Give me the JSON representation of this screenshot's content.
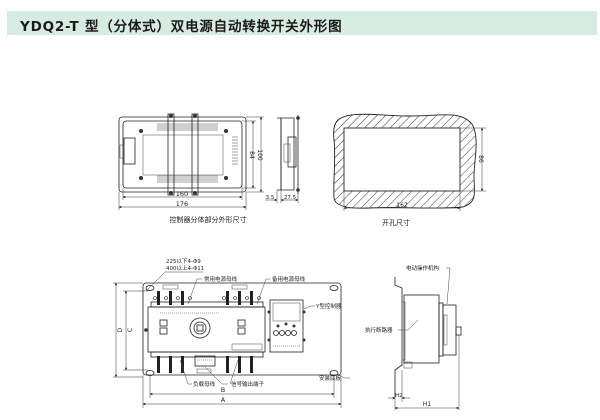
{
  "header": {
    "title": "YDQ2-T 型（分体式）双电源自动转换开关外形图",
    "background": "#d6ebe2"
  },
  "controller_view": {
    "caption": "控制器分体部分外形尺寸",
    "dims": {
      "inner_width": "160",
      "outer_width": "176",
      "inner_height": "84",
      "outer_height": "100",
      "side_flange": "3.5",
      "side_depth": "27.5"
    }
  },
  "cutout_view": {
    "caption": "开孔尺寸",
    "dims": {
      "width": "162",
      "height": "86"
    }
  },
  "front_view": {
    "hole_note_line1": "225以下4-Φ9",
    "hole_note_line2": "400以上4-Φ11",
    "labels": {
      "normal_bus": "常用电源母线",
      "backup_bus": "备用电源母线",
      "controller": "Y型控制器",
      "load_bus": "负载母线",
      "signal_terminal": "信号输出端子",
      "mount_plate": "安装底板"
    },
    "dims": {
      "A": "A",
      "B": "B",
      "C": "C",
      "D": "D"
    }
  },
  "side_view": {
    "labels": {
      "motor_mechanism": "电动操作机构",
      "breaker": "执行断路器"
    },
    "dims": {
      "H1": "H1",
      "H2": "H2"
    }
  }
}
